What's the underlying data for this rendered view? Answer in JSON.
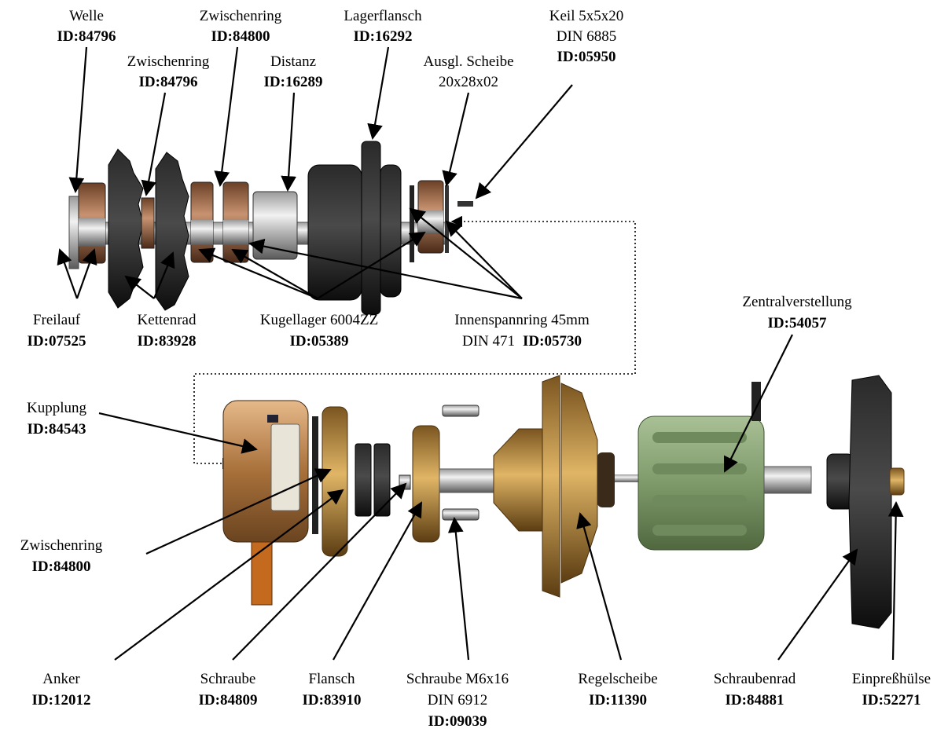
{
  "labels": {
    "welle": {
      "name": "Welle",
      "id": "ID:84796"
    },
    "zwischenring_top": {
      "name": "Zwischenring",
      "id": "ID:84800"
    },
    "zwischenring_2": {
      "name": "Zwischenring",
      "id": "ID:84796"
    },
    "distanz": {
      "name": "Distanz",
      "id": "ID:16289"
    },
    "lagerflansch": {
      "name": "Lagerflansch",
      "id": "ID:16292"
    },
    "ausgl_scheibe": {
      "name": "Ausgl. Scheibe",
      "spec": "20x28x02"
    },
    "keil": {
      "name": "Keil 5x5x20",
      "spec": "DIN 6885",
      "id": "ID:05950"
    },
    "freilauf": {
      "name": "Freilauf",
      "id": "ID:07525"
    },
    "kettenrad": {
      "name": "Kettenrad",
      "id": "ID:83928"
    },
    "kugellager": {
      "name": "Kugellager 6004ZZ",
      "id": "ID:05389"
    },
    "innenspannring": {
      "name": "Innenspannring 45mm",
      "spec": "DIN 471",
      "id": "ID:05730"
    },
    "zentralverstellung": {
      "name": "Zentralverstellung",
      "id": "ID:54057"
    },
    "kupplung": {
      "name": "Kupplung",
      "id": "ID:84543"
    },
    "zwischenring_bottom": {
      "name": "Zwischenring",
      "id": "ID:84800"
    },
    "anker": {
      "name": "Anker",
      "id": "ID:12012"
    },
    "schraube": {
      "name": "Schraube",
      "id": "ID:84809"
    },
    "flansch": {
      "name": "Flansch",
      "id": "ID:83910"
    },
    "schraube_m6": {
      "name": "Schraube M6x16",
      "spec": "DIN 6912",
      "id": "ID:09039"
    },
    "regelscheibe": {
      "name": "Regelscheibe",
      "id": "ID:11390"
    },
    "schraubenrad": {
      "name": "Schraubenrad",
      "id": "ID:84881"
    },
    "einpresshuelse": {
      "name": "Einpreßhülse",
      "id": "ID:52271"
    }
  },
  "colors": {
    "steel_dark": "#1a1a1a",
    "bearing_bronze": "#8a5a3c",
    "brass": "#b8893d",
    "green_housing": "#8ea87a",
    "copper": "#a8703a"
  }
}
